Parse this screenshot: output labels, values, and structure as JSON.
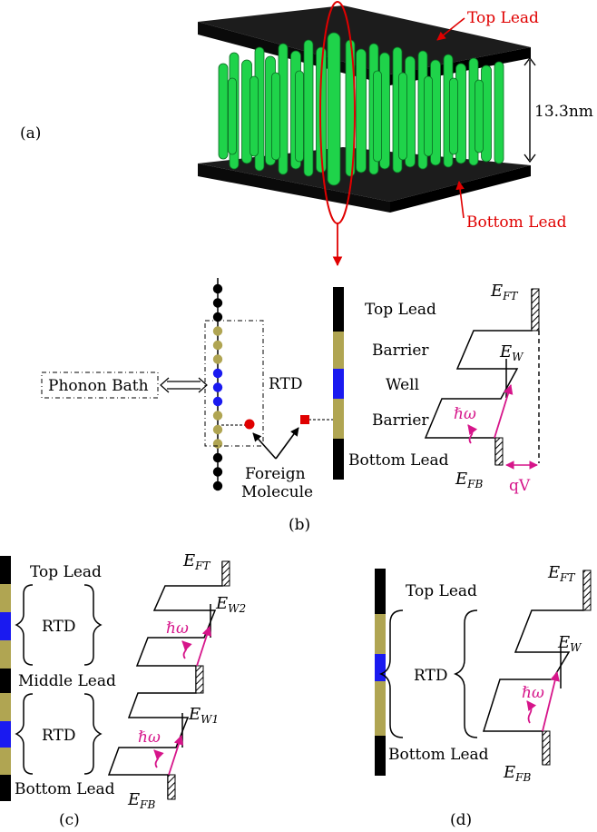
{
  "colors": {
    "lead": "#000000",
    "barrier": "#b0a552",
    "well": "#1a1af0",
    "rod": "#1fd34a",
    "plate": "#2a2a2a",
    "annotation_red": "#e00000",
    "photon_magenta": "#d6158a"
  },
  "panel_a": {
    "label": "(a)",
    "top_lead": "Top Lead",
    "bottom_lead": "Bottom Lead",
    "height": "13.3nm"
  },
  "panel_b": {
    "label": "(b)",
    "phonon_bath": "Phonon Bath",
    "rtd": "RTD",
    "foreign_1": "Foreign",
    "foreign_2": "Molecule",
    "layers": [
      "Top Lead",
      "Barrier",
      "Well",
      "Barrier",
      "Bottom Lead"
    ],
    "e_ft": "E",
    "e_ft_sub": "FT",
    "e_w": "E",
    "e_w_sub": "W",
    "e_fb": "E",
    "e_fb_sub": "FB",
    "hw": "ℏω",
    "qv": "qV"
  },
  "panel_c": {
    "label": "(c)",
    "top_lead": "Top Lead",
    "rtd_upper": "RTD",
    "middle_lead": "Middle Lead",
    "rtd_lower": "RTD",
    "bottom_lead": "Bottom Lead",
    "e_ft": "E",
    "e_ft_sub": "FT",
    "e_w2": "E",
    "e_w2_sub": "W2",
    "e_w1": "E",
    "e_w1_sub": "W1",
    "e_fb": "E",
    "e_fb_sub": "FB",
    "hw_upper": "ℏω",
    "hw_lower": "ℏω"
  },
  "panel_d": {
    "label": "(d)",
    "top_lead": "Top Lead",
    "rtd": "RTD",
    "bottom_lead": "Bottom Lead",
    "e_ft": "E",
    "e_ft_sub": "FT",
    "e_w": "E",
    "e_w_sub": "W",
    "e_fb": "E",
    "e_fb_sub": "FB",
    "hw": "ℏω"
  }
}
